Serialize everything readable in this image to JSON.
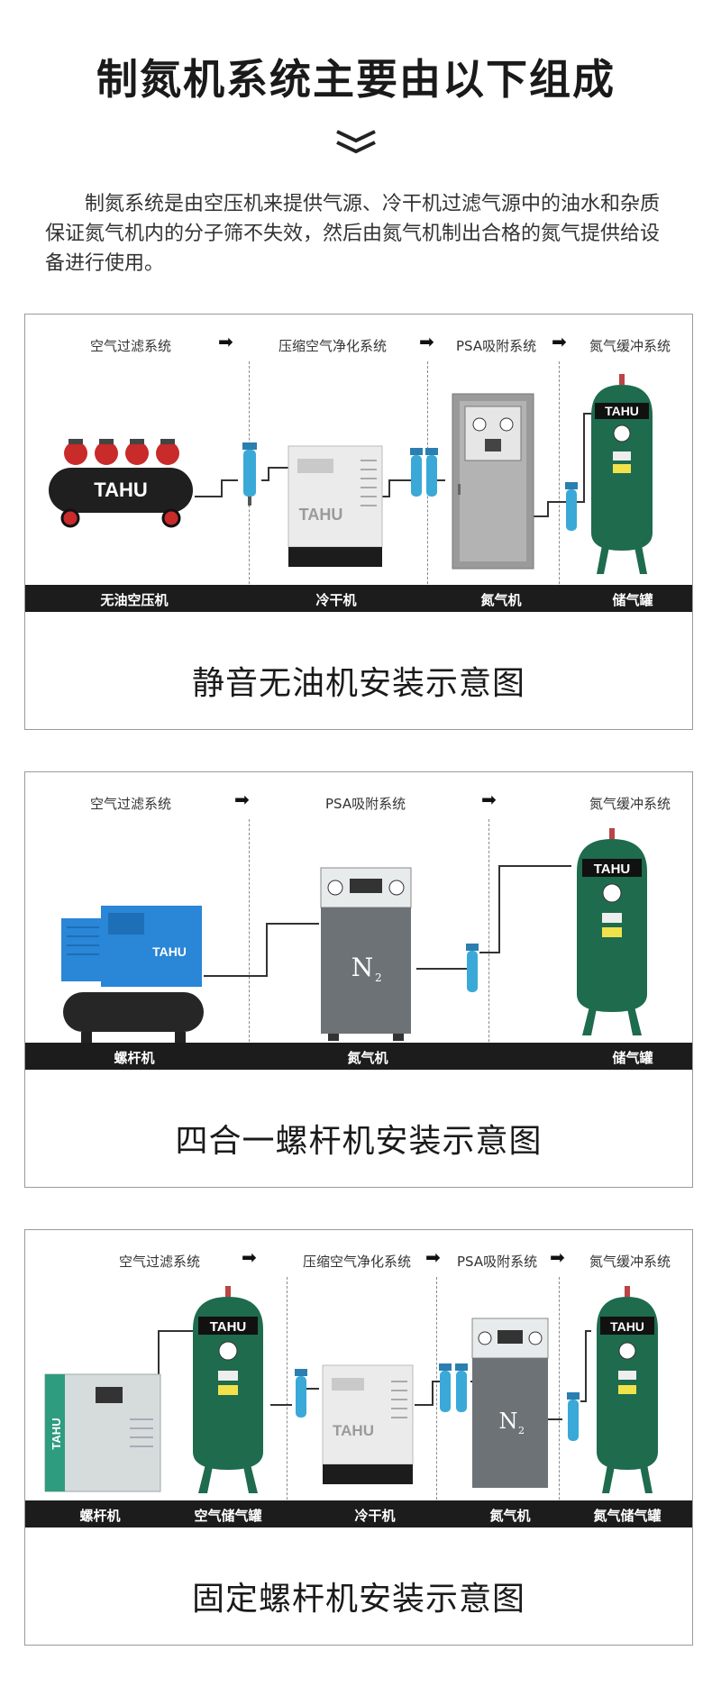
{
  "header": {
    "title": "制氮机系统主要由以下组成",
    "intro": "制氮系统是由空压机来提供气源、冷干机过滤气源中的油水和杂质保证氮气机内的分子筛不失效，然后由氮气机制出合格的氮气提供给设备进行使用。"
  },
  "brand": "TAHU",
  "diagrams": [
    {
      "stages": [
        "空气过滤系统",
        "压缩空气净化系统",
        "PSA吸附系统",
        "氮气缓冲系统"
      ],
      "labels": [
        "无油空压机",
        "冷干机",
        "氮气机",
        "储气罐"
      ],
      "caption": "静音无油机安装示意图"
    },
    {
      "stages": [
        "空气过滤系统",
        "PSA吸附系统",
        "氮气缓冲系统"
      ],
      "labels": [
        "螺杆机",
        "氮气机",
        "储气罐"
      ],
      "caption": "四合一螺杆机安装示意图"
    },
    {
      "stages": [
        "空气过滤系统",
        "压缩空气净化系统",
        "PSA吸附系统",
        "氮气缓冲系统"
      ],
      "labels": [
        "螺杆机",
        "空气储气罐",
        "冷干机",
        "氮气机",
        "氮气储气罐"
      ],
      "caption": "固定螺杆机安装示意图"
    }
  ],
  "icons": {
    "arrow": "right-arrow-icon",
    "tank": "gas-tank-icon",
    "filter": "filter-icon"
  },
  "colors": {
    "tank": "#1e6b4e",
    "filter": "#3aa9d8",
    "dark_bar": "#1c1c1c",
    "compressor_blue": "#2a86d6"
  }
}
